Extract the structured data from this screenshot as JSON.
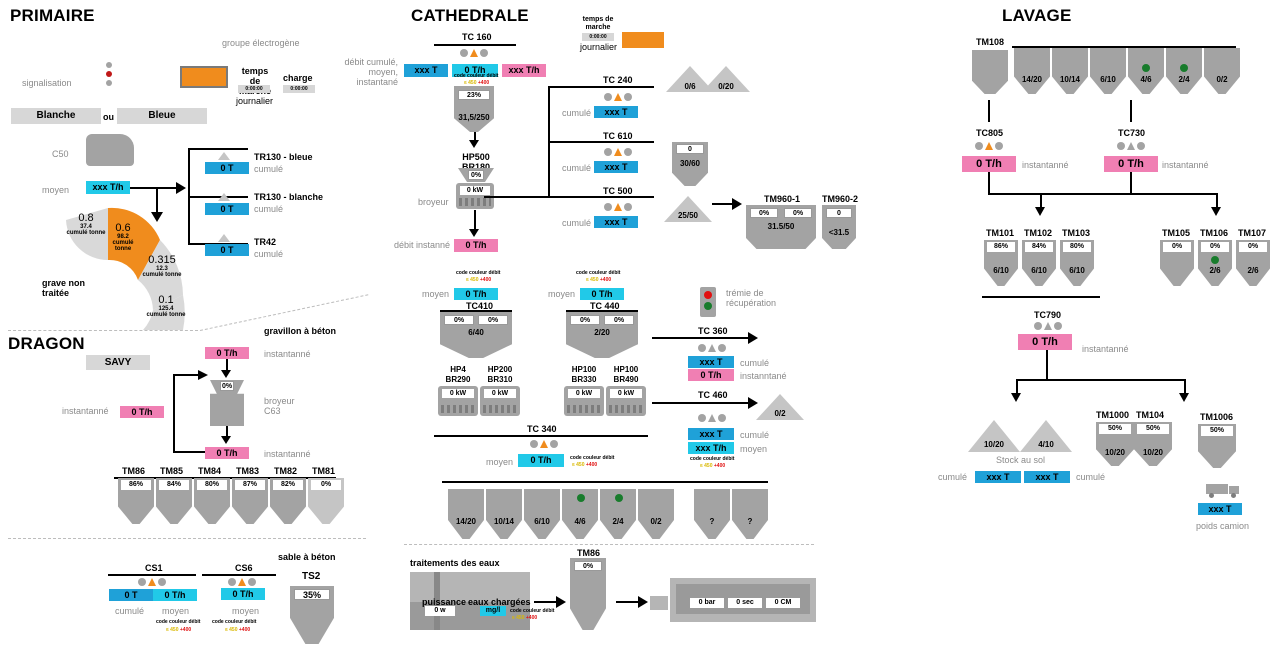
{
  "sections": {
    "primaire": "PRIMAIRE",
    "cathedrale": "CATHEDRALE",
    "lavage": "LAVAGE",
    "dragon": "DRAGON"
  },
  "primaire": {
    "groupe": "groupe électrogène",
    "signalisation": "signalisation",
    "temps_label": "temps de marche",
    "temps_val": "0:00:00",
    "journalier": "journalier",
    "charge_label": "charge",
    "charge_val": "0:00:00",
    "blanche": "Blanche",
    "ou": "ou",
    "bleue": "Bleue",
    "c50": "C50",
    "moyen": "moyen",
    "moyen_val": "xxx T/h",
    "donut": [
      {
        "size": "0.8",
        "val": "37.4",
        "unit": "cumulé tonne"
      },
      {
        "size": "0.6",
        "val": "98.2",
        "unit": "cumulé tonne"
      },
      {
        "size": "0.315",
        "val": "12.3",
        "unit": "cumulé tonne"
      },
      {
        "size": "0.1",
        "val": "125.4",
        "unit": "cumulé tonne"
      }
    ],
    "grave": "grave non traitée",
    "tr130b": "TR130 - bleue",
    "tr130bl": "TR130 - blanche",
    "tr42": "TR42",
    "cumule": "cumulé",
    "zero_t": "0 T"
  },
  "dragon": {
    "savy": "SAVY",
    "instantane": "instantanné",
    "inst_val": "0 T/h",
    "gravillon": "gravillon à béton",
    "g_inst": "0 T/h",
    "g_inst_label": "instantanné",
    "broyeur": "broyeur C63",
    "broy_pct": "0%",
    "out_val": "0 T/h",
    "out_label": "instantanné",
    "silos": [
      {
        "name": "TM86",
        "pct": "86%"
      },
      {
        "name": "TM85",
        "pct": "84%"
      },
      {
        "name": "TM84",
        "pct": "80%"
      },
      {
        "name": "TM83",
        "pct": "87%"
      },
      {
        "name": "TM82",
        "pct": "82%"
      },
      {
        "name": "TM81",
        "pct": "0%"
      }
    ]
  },
  "sable": {
    "title": "sable à béton",
    "cs1": "CS1",
    "cs6": "CS6",
    "ts2": "TS2",
    "ts2_pct": "35%",
    "cs1_c": "0 T",
    "cs1_m": "0 T/h",
    "cs6_m": "0 T/h",
    "cumule": "cumulé",
    "moyen": "moyen",
    "code": "code couleur débit",
    "lo": "≤ 450",
    "hi": "+400"
  },
  "cathedrale": {
    "tc160": "TC 160",
    "debit": "débit cumulé, moyen, instantané",
    "v1": "xxx T",
    "v2": "0 T/h",
    "v3": "xxx T/h",
    "code": "code couleur débit",
    "lo": "≤ 450",
    "hi": "+400",
    "hopper_pct": "23%",
    "hopper_val": "31,5/250",
    "temps": "temps de marche",
    "temps_val": "0:00:00",
    "journalier": "journalier",
    "hp500": "HP500 BR180",
    "hp500_pct": "0%",
    "kw": "0 kW",
    "broyeur": "broyeur",
    "debit_inst": "débit instanné",
    "debit_inst_val": "0 T/h",
    "tc240": "TC 240",
    "tc240_v": "xxx T",
    "tc610": "TC 610",
    "tc610_v": "xxx T",
    "tc500": "TC 500",
    "tc500_v": "xxx T",
    "cumule": "cumulé",
    "piles": [
      "0/6",
      "0/20"
    ],
    "bin": {
      "pct": "0",
      "val": "30/60"
    },
    "pile3": "25/50",
    "tm960": "TM960-1",
    "tm960_p1": "0%",
    "tm960_p2": "0%",
    "tm960_v": "31.5/50",
    "tm9602": "TM960-2",
    "tm9602_p": "0",
    "tm9602_v": "<31.5",
    "moyen": "moyen",
    "tc410_m": "0 T/h",
    "tc440_m": "0 T/h",
    "tc410": "TC410",
    "tc440": "TC 440",
    "s410": {
      "p1": "0%",
      "p2": "0%",
      "v": "6/40"
    },
    "s440": {
      "p1": "0%",
      "p2": "0%",
      "v": "2/20"
    },
    "crushers": [
      {
        "name": "HP4 BR290",
        "kw": "0 kW"
      },
      {
        "name": "HP200 BR310",
        "kw": "0 kW"
      },
      {
        "name": "HP100 BR330",
        "kw": "0 kW"
      },
      {
        "name": "HP100 BR490",
        "kw": "0 kW"
      }
    ],
    "tremie": "trémie de récupération",
    "tc360": "TC 360",
    "tc360_c": "xxx T",
    "tc360_i": "0 T/h",
    "inst": "instanntané",
    "tc460": "TC 460",
    "pile460": "0/2",
    "tc460_c": "xxx T",
    "tc460_m": "xxx T/h",
    "tc340": "TC 340",
    "tc340_m": "0 T/h",
    "silos": [
      {
        "v": "14/20"
      },
      {
        "v": "10/14"
      },
      {
        "v": "6/10"
      },
      {
        "v": "4/6",
        "dot": true
      },
      {
        "v": "2/4",
        "dot": true
      },
      {
        "v": "0/2"
      },
      {
        "v": "?"
      },
      {
        "v": "?"
      }
    ]
  },
  "eaux": {
    "title": "traitements des eaux",
    "puissance": "puissance",
    "p_val": "0 w",
    "eaux": "eaux chargées",
    "e_val": "mg/l",
    "tm86": "TM86",
    "tm86_pct": "0%",
    "bar": "0 bar",
    "sec": "0 sec",
    "cm": "0 CM",
    "code": "code couleur débit"
  },
  "lavage": {
    "tm108": "TM108",
    "top": [
      "14/20",
      "10/14",
      "6/10",
      "4/6",
      "2/4",
      "0/2"
    ],
    "tc805": "TC805",
    "tc730": "TC730",
    "v805": "0 T/h",
    "v730": "0 T/h",
    "inst": "instantanné",
    "g1": [
      {
        "n": "TM101",
        "p": "86%",
        "v": "6/10"
      },
      {
        "n": "TM102",
        "p": "84%",
        "v": "6/10"
      },
      {
        "n": "TM103",
        "p": "80%",
        "v": "6/10"
      }
    ],
    "g2": [
      {
        "n": "TM105",
        "p": "0%",
        "v": ""
      },
      {
        "n": "TM106",
        "p": "0%",
        "v": "2/6"
      },
      {
        "n": "TM107",
        "p": "0%",
        "v": "2/6"
      }
    ],
    "tc790": "TC790",
    "v790": "0 T/h",
    "piles": [
      "10/20",
      "4/10"
    ],
    "stock": "Stock au sol",
    "cumule": "cumulé",
    "c1": "xxx T",
    "c2": "xxx T",
    "tm1000": {
      "n": "TM1000",
      "p": "50%",
      "v": "10/20"
    },
    "tm104": {
      "n": "TM104",
      "p": "50%",
      "v": "10/20"
    },
    "tm1006": {
      "n": "TM1006",
      "p": "50%"
    },
    "camion_v": "xxx T",
    "camion": "poids camion"
  }
}
